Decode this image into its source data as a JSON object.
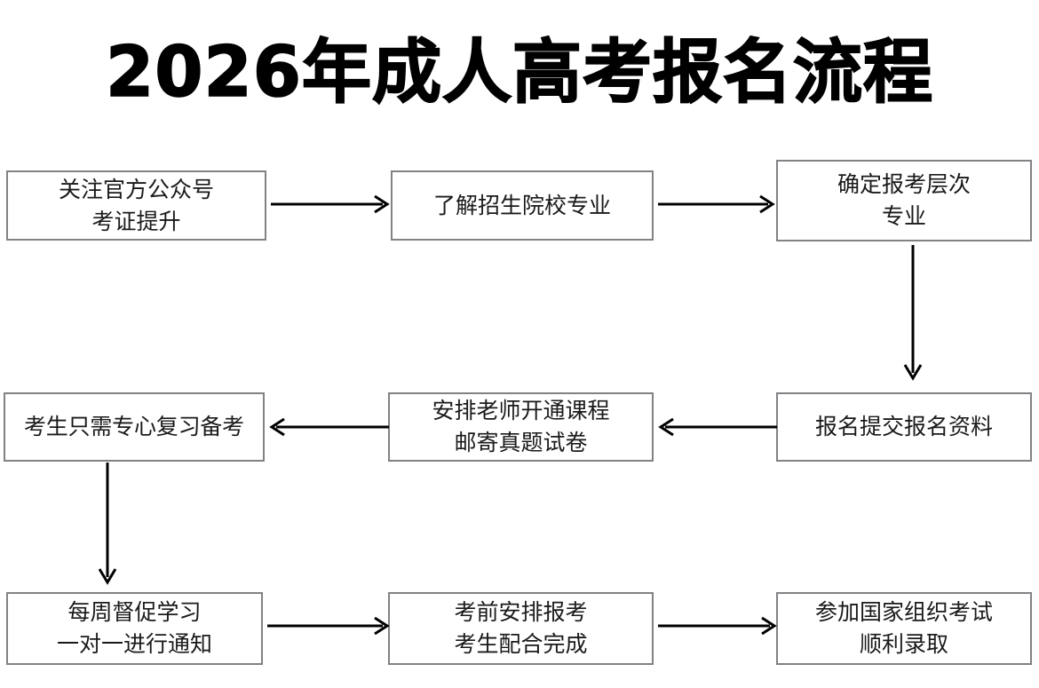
{
  "page": {
    "title": "2026年成人高考报名流程",
    "background_color": "#ffffff",
    "box_border_color": "#808285",
    "text_color": "#1a1a1a",
    "arrow_color": "#000000"
  },
  "chart_data": {
    "type": "diagram",
    "diagram_type": "flowchart",
    "title": "2026年成人高考报名流程",
    "nodes": [
      {
        "id": "n1",
        "lines": [
          "关注官方公众号",
          "考证提升"
        ],
        "row": 1,
        "col": 1
      },
      {
        "id": "n2",
        "lines": [
          "了解招生院校专业"
        ],
        "row": 1,
        "col": 2
      },
      {
        "id": "n3",
        "lines": [
          "确定报考层次",
          "专业"
        ],
        "row": 1,
        "col": 3
      },
      {
        "id": "n4",
        "lines": [
          "考生只需专心复习备考"
        ],
        "row": 2,
        "col": 1
      },
      {
        "id": "n5",
        "lines": [
          "安排老师开通课程",
          "邮寄真题试卷"
        ],
        "row": 2,
        "col": 2
      },
      {
        "id": "n6",
        "lines": [
          "报名提交报名资料"
        ],
        "row": 2,
        "col": 3
      },
      {
        "id": "n7",
        "lines": [
          "每周督促学习",
          "一对一进行通知"
        ],
        "row": 3,
        "col": 1
      },
      {
        "id": "n8",
        "lines": [
          "考前安排报考",
          "考生配合完成"
        ],
        "row": 3,
        "col": 2
      },
      {
        "id": "n9",
        "lines": [
          "参加国家组织考试",
          "顺利录取"
        ],
        "row": 3,
        "col": 3
      }
    ],
    "edges": [
      {
        "id": "a1",
        "from": "n1",
        "to": "n2",
        "direction": "right"
      },
      {
        "id": "a2",
        "from": "n2",
        "to": "n3",
        "direction": "right"
      },
      {
        "id": "a3",
        "from": "n3",
        "to": "n6",
        "direction": "down"
      },
      {
        "id": "a4",
        "from": "n6",
        "to": "n5",
        "direction": "left"
      },
      {
        "id": "a5",
        "from": "n5",
        "to": "n4",
        "direction": "left"
      },
      {
        "id": "a6",
        "from": "n4",
        "to": "n7",
        "direction": "down"
      },
      {
        "id": "a7",
        "from": "n7",
        "to": "n8",
        "direction": "right"
      },
      {
        "id": "a8",
        "from": "n8",
        "to": "n9",
        "direction": "right"
      }
    ]
  },
  "nodes": {
    "n1": {
      "l1": "关注官方公众号",
      "l2": "考证提升"
    },
    "n2": {
      "l1": "了解招生院校专业"
    },
    "n3": {
      "l1": "确定报考层次",
      "l2": "专业"
    },
    "n4": {
      "l1": "考生只需专心复习备考"
    },
    "n5": {
      "l1": "安排老师开通课程",
      "l2": "邮寄真题试卷"
    },
    "n6": {
      "l1": "报名提交报名资料"
    },
    "n7": {
      "l1": "每周督促学习",
      "l2": "一对一进行通知"
    },
    "n8": {
      "l1": "考前安排报考",
      "l2": "考生配合完成"
    },
    "n9": {
      "l1": "参加国家组织考试",
      "l2": "顺利录取"
    }
  },
  "icons": {
    "arrow_right": "arrow-right-icon",
    "arrow_left": "arrow-left-icon",
    "arrow_down": "arrow-down-icon"
  }
}
